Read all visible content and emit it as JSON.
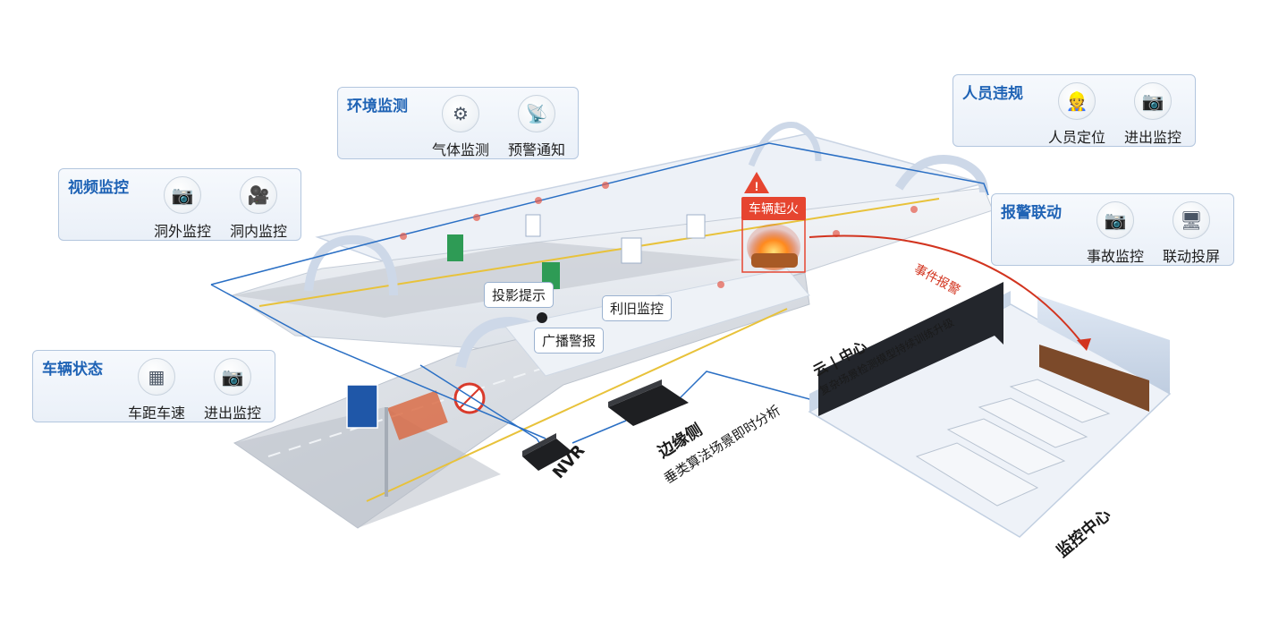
{
  "cards": {
    "env": {
      "title": "环境监测",
      "items": [
        {
          "label": "气体监测",
          "icon": "gas-sensor-icon"
        },
        {
          "label": "预警通知",
          "icon": "alarm-device-icon"
        }
      ]
    },
    "video": {
      "title": "视频监控",
      "items": [
        {
          "label": "洞外监控",
          "icon": "bullet-camera-icon"
        },
        {
          "label": "洞内监控",
          "icon": "ptz-camera-icon"
        }
      ]
    },
    "vehicle": {
      "title": "车辆状态",
      "items": [
        {
          "label": "车距车速",
          "icon": "radar-sensor-icon"
        },
        {
          "label": "进出监控",
          "icon": "bullet-camera-icon"
        }
      ]
    },
    "person": {
      "title": "人员违规",
      "items": [
        {
          "label": "人员定位",
          "icon": "worker-icon"
        },
        {
          "label": "进出监控",
          "icon": "bullet-camera-icon"
        }
      ]
    },
    "alarm": {
      "title": "报警联动",
      "items": [
        {
          "label": "事故监控",
          "icon": "bullet-camera-icon"
        },
        {
          "label": "联动投屏",
          "icon": "screen-projection-icon"
        }
      ]
    }
  },
  "labels": {
    "projection": "投影提示",
    "legacy": "利旧监控",
    "broadcast": "广播警报",
    "fire": "车辆起火",
    "event": "事件报警",
    "nvr": "NVR",
    "edge_title": "边缘侧",
    "edge_sub": "垂类算法场景即时分析",
    "cloud_title": "云 | 中心",
    "cloud_sub": "复杂场景检测模型持续训练升级",
    "monitor_center": "监控中心"
  },
  "colors": {
    "accent": "#1f63b5",
    "line": "#2a6fc4",
    "alert": "#e64530",
    "event_arrow": "#d2341f"
  }
}
